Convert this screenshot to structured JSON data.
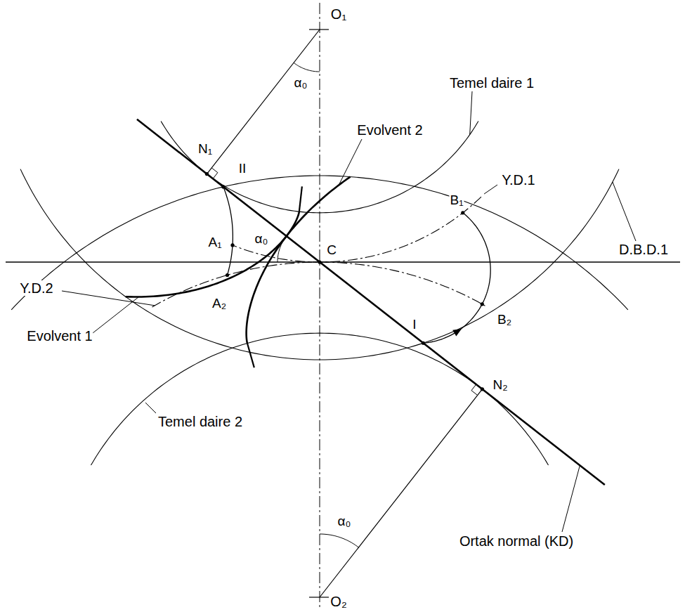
{
  "diagram": {
    "labels": [
      "O₁",
      "Temel daire 1",
      "α₀",
      "Evolvent 2",
      "N₁",
      "II",
      "Y.D.1",
      "B₁",
      "A₁",
      "α₀",
      "C",
      "D.B.D.1",
      "A₂",
      "B₂",
      "Y.D.2",
      "I",
      "N₂",
      "Evolvent 1",
      "Temel daire 2",
      "α₀",
      "Ortak normal (KD)",
      "O₂"
    ]
  }
}
